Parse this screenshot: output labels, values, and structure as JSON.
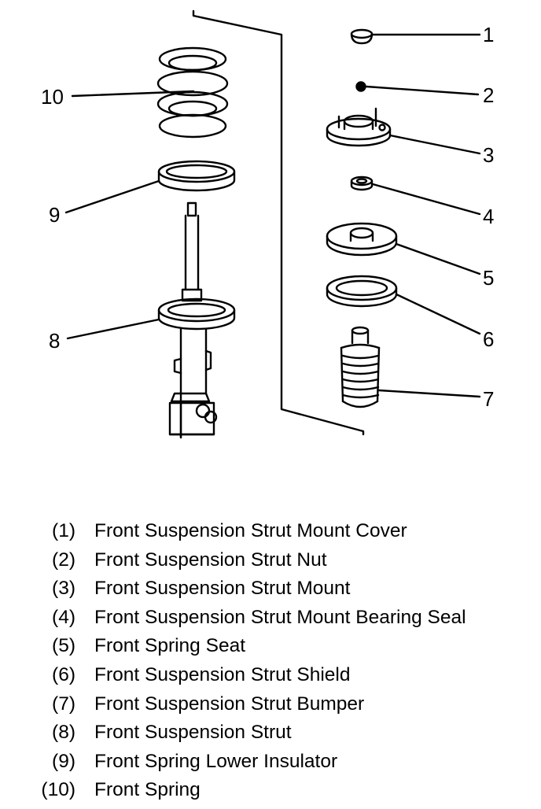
{
  "callouts": {
    "c1": "1",
    "c2": "2",
    "c3": "3",
    "c4": "4",
    "c5": "5",
    "c6": "6",
    "c7": "7",
    "c8": "8",
    "c9": "9",
    "c10": "10"
  },
  "legend": [
    {
      "num": "(1)",
      "text": "Front Suspension Strut Mount Cover"
    },
    {
      "num": "(2)",
      "text": "Front Suspension Strut Nut"
    },
    {
      "num": "(3)",
      "text": "Front Suspension Strut Mount"
    },
    {
      "num": "(4)",
      "text": "Front Suspension Strut Mount Bearing Seal"
    },
    {
      "num": "(5)",
      "text": "Front Spring Seat"
    },
    {
      "num": "(6)",
      "text": "Front Suspension Strut Shield"
    },
    {
      "num": "(7)",
      "text": "Front Suspension Strut Bumper"
    },
    {
      "num": "(8)",
      "text": "Front Suspension Strut"
    },
    {
      "num": "(9)",
      "text": "Front Spring Lower Insulator"
    },
    {
      "num": "(10)",
      "text": "Front Spring"
    }
  ]
}
